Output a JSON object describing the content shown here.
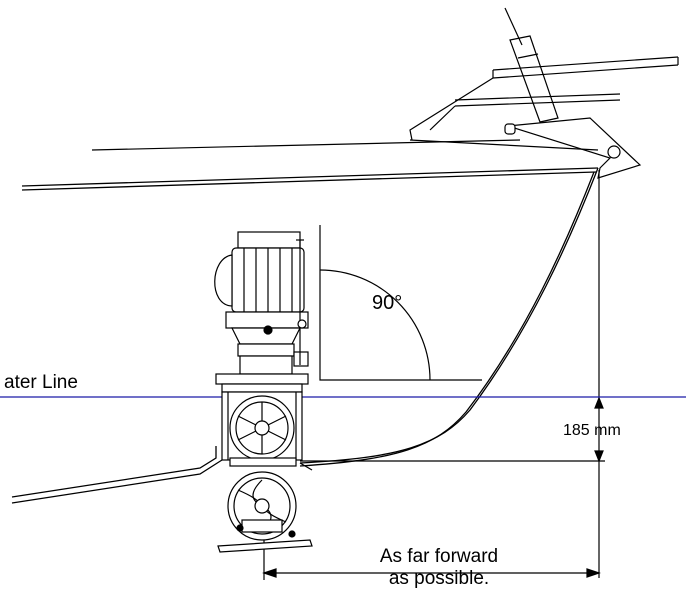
{
  "labels": {
    "angle": "90°",
    "water_line": "ater Line",
    "depth_dimension": "185 mm",
    "position_note_line1": "As far forward",
    "position_note_line2": "as possible."
  },
  "colors": {
    "line": "#000000",
    "water_line": "#1a1aa8",
    "background": "#ffffff"
  }
}
